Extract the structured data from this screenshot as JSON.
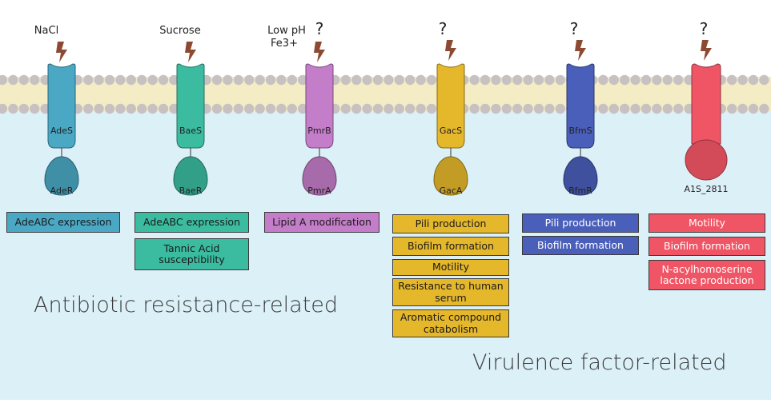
{
  "colors": {
    "cytoplasm": "#dcf0f8",
    "membrane_band": "#f4ecc5",
    "lipid_head": "#c7c2c1",
    "lightning": "#8c4a32",
    "AdeS": "#4aa8c4",
    "BaeS": "#3bbca0",
    "PmrB": "#c47dc8",
    "GacS": "#e5b72b",
    "BfmS": "#4a5fba",
    "A1S": "#f05565"
  },
  "signals": {
    "nacl": "NaCl",
    "sucrose": "Sucrose",
    "low_ph": "Low pH",
    "fe3": "Fe3+",
    "unknown": "?"
  },
  "systems": [
    {
      "sensor": "AdeS",
      "regulator": "AdeR",
      "outputs": [
        "AdeABC expression"
      ]
    },
    {
      "sensor": "BaeS",
      "regulator": "BaeR",
      "outputs": [
        "AdeABC expression",
        "Tannic Acid susceptibility"
      ]
    },
    {
      "sensor": "PmrB",
      "regulator": "PmrA",
      "outputs": [
        "Lipid A modification"
      ]
    },
    {
      "sensor": "GacS",
      "regulator": "GacA",
      "outputs": [
        "Pili production",
        "Biofilm formation",
        "Motility",
        "Resistance to human serum",
        "Aromatic compound catabolism"
      ]
    },
    {
      "sensor": "BfmS",
      "regulator": "BfmR",
      "outputs": [
        "Pili production",
        "Biofilm formation"
      ]
    },
    {
      "sensor": "",
      "regulator": "A1S_2811",
      "outputs": [
        "Motility",
        "Biofilm formation",
        "N-acylhomoserine lactone production"
      ]
    }
  ],
  "categories": {
    "antibiotic": "Antibiotic resistance-related",
    "virulence": "Virulence factor-related"
  }
}
